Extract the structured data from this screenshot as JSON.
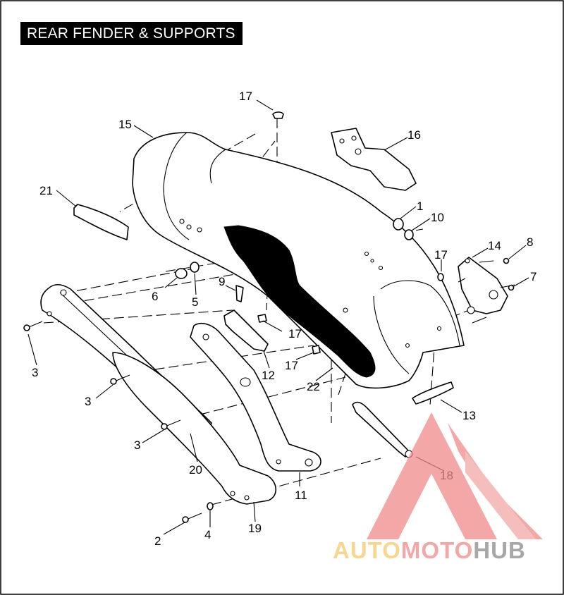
{
  "title": "REAR FENDER & SUPPORTS",
  "callouts": [
    "17",
    "15",
    "16",
    "1",
    "10",
    "21",
    "17",
    "14",
    "8",
    "9",
    "6",
    "5",
    "17",
    "7",
    "3",
    "17",
    "12",
    "22",
    "3",
    "13",
    "3",
    "20",
    "18",
    "11",
    "19",
    "2",
    "4"
  ],
  "watermark": {
    "brand_part1": "AUTO",
    "brand_part2": "MOTO",
    "brand_part3": "HUB",
    "color_auto": "#f3c96b",
    "color_moto": "#f08a8a",
    "color_hub": "#8a8a8a"
  }
}
